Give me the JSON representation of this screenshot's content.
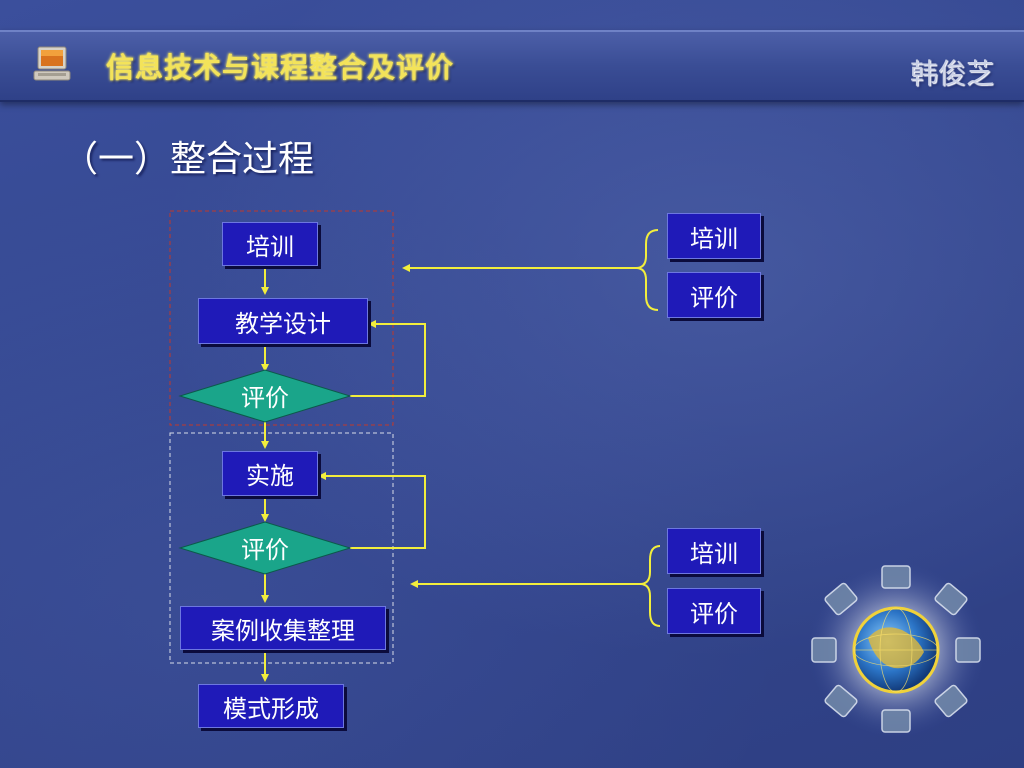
{
  "header": {
    "title": "信息技术与课程整合及评价",
    "author": "韩俊芝"
  },
  "section_title": "（一）整合过程",
  "flow": {
    "train": "培训",
    "design": "教学设计",
    "eval1": "评价",
    "implement": "实施",
    "eval2": "评价",
    "collect": "案例收集整理",
    "model": "模式形成"
  },
  "side_top": {
    "train": "培训",
    "eval": "评价"
  },
  "side_bottom": {
    "train": "培训",
    "eval": "评价"
  },
  "colors": {
    "box_fill": "#1f1ab8",
    "diamond_fill": "#1aa58a",
    "arrow": "#f2ee3c",
    "frame_red": "#c0392b",
    "frame_white": "#d8dce8"
  }
}
